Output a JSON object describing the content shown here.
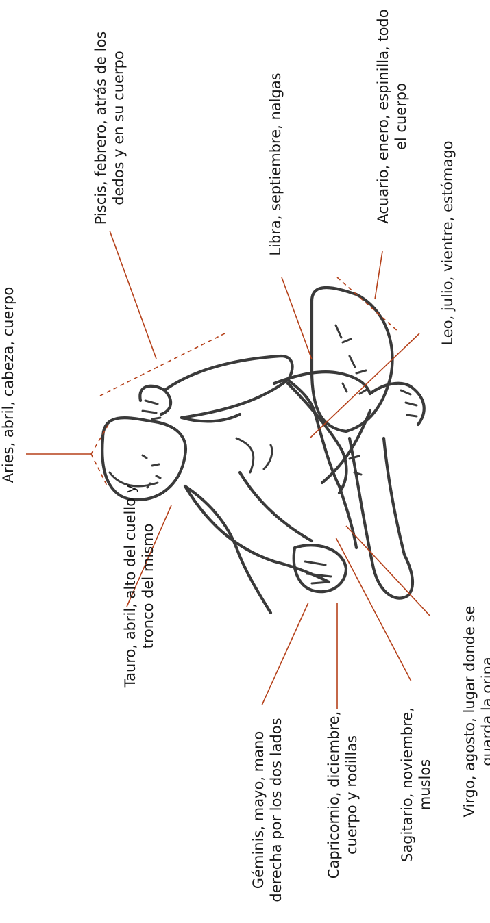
{
  "labels": {
    "aries": [
      "Aries, abril, cabeza, cuerpo"
    ],
    "tauro": [
      "Tauro, abril, alto del cuello y",
      "tronco del mismo"
    ],
    "geminis": [
      "Géminis, mayo, mano",
      "derecha por los dos lados"
    ],
    "capricornio": [
      "Capricornio, diciembre,",
      "cuerpo y rodillas"
    ],
    "sagitario": [
      "Sagitario, noviembre,",
      "muslos"
    ],
    "virgo": [
      "Virgo, agosto, lugar donde se",
      "guarda la orina"
    ],
    "leo": [
      "Leo, julio, vientre, estómago"
    ],
    "acuario": [
      "Acuario, enero, espinilla, todo",
      "el cuerpo"
    ],
    "libra": [
      "Libra, septiembre, nalgas"
    ],
    "piscis": [
      "Piscis, febrero, atrás de los",
      "dedos y en su cuerpo"
    ]
  },
  "colors": {
    "leader": "#b5411a",
    "figure": "#3a3a3a",
    "text": "#1a1a1a"
  }
}
